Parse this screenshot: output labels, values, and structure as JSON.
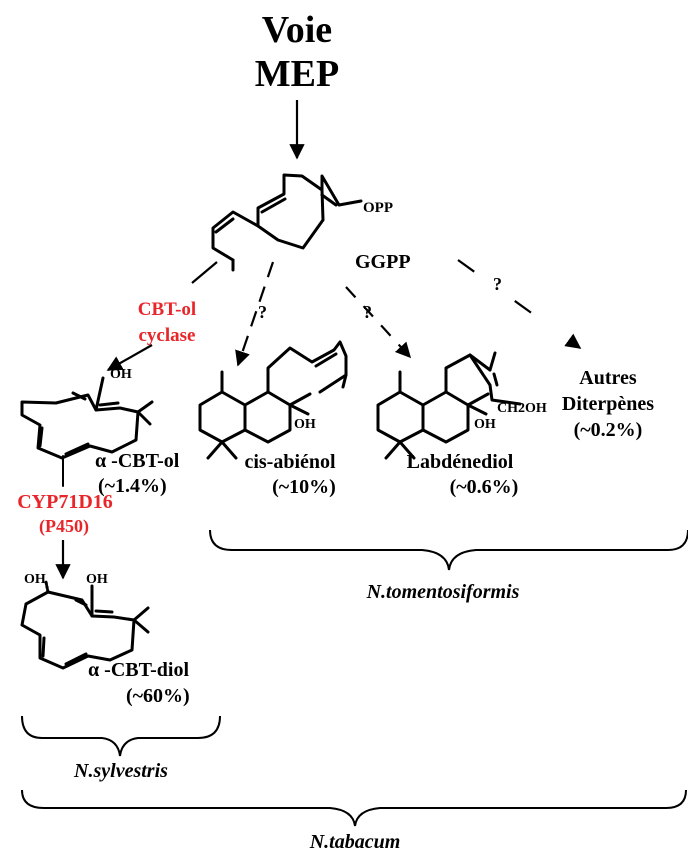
{
  "title": {
    "line1": "Voie",
    "line2": "MEP"
  },
  "precursor": {
    "name": "GGPP",
    "group": "OPP"
  },
  "enzymes": {
    "cyclase_line1": "CBT-ol",
    "cyclase_line2": "cyclase",
    "p450_name": "CYP71D16",
    "p450_type": "(P450)"
  },
  "unknown_mark": "?",
  "products": {
    "cbt_ol": {
      "name": "α -CBT-ol",
      "percent": "(~1.4%)",
      "oh": "OH"
    },
    "cbt_diol": {
      "name": "α -CBT-diol",
      "percent": "(~60%)",
      "oh1": "OH",
      "oh2": "OH"
    },
    "cis_abienol": {
      "name": "cis-abiénol",
      "percent": "(~10%)",
      "oh": "OH"
    },
    "labdenediol": {
      "name": "Labdénediol",
      "percent": "(~0.6%)",
      "oh": "OH",
      "ch2oh": "CH2OH"
    },
    "autres": {
      "line1": "Autres",
      "line2": "Diterpènes",
      "percent": "(~0.2%)"
    }
  },
  "species": {
    "tomentosiformis": "N.tomentosiformis",
    "sylvestris": "N.sylvestris",
    "tabacum": "N.tabacum"
  },
  "colors": {
    "enzyme": "#e8262a",
    "ink": "#000000",
    "background": "#ffffff"
  }
}
